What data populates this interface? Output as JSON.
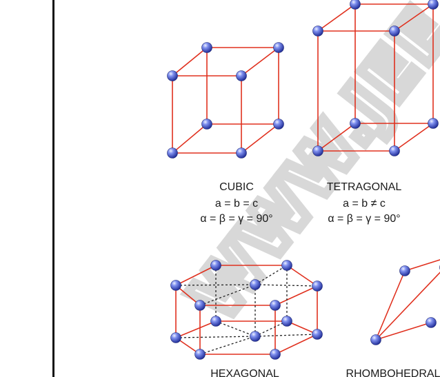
{
  "watermark": "WWW.JEE",
  "colors": {
    "edge": "#e0301e",
    "atom": "#3a4fd0",
    "dashed": "#222222",
    "rule": "#111111"
  },
  "structures": [
    {
      "id": "cubic",
      "name": "CUBIC",
      "axes": "a = b = c",
      "angles": "α = β = γ = 90°"
    },
    {
      "id": "tetragonal",
      "name": "TETRAGONAL",
      "axes": "a = b ≠ c",
      "angles": "α = β = γ = 90°"
    },
    {
      "id": "hexagonal",
      "name": "HEXAGONAL"
    },
    {
      "id": "rhombohedral",
      "name": "RHOMBOHEDRAL"
    }
  ]
}
